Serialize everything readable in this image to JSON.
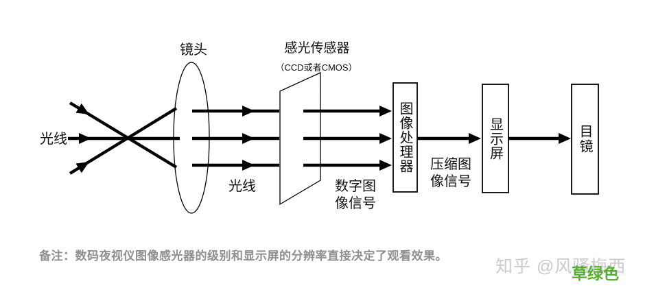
{
  "colors": {
    "diagram_stroke": "#000000",
    "label_text": "#111111",
    "note_text": "#8f8f8f",
    "watermark_gray": "#cbcbcb",
    "watermark_green": "#55b02e"
  },
  "diagram": {
    "light_input_label": "光线",
    "lens_label": "镜头",
    "light_mid_label": "光线",
    "sensor_label": "感光传感器",
    "sensor_sublabel": "（CCD或者CMOS）",
    "digital_signal_label": "数字图\n像信号",
    "processor_label": "图像处理器",
    "compressed_signal_label": "压缩图\n像信号",
    "display_label": "显示屏",
    "eyepiece_label": "目镜"
  },
  "note": "备注：数码夜视仪图像感光器的级别和显示屏的分辨率直接决定了观看效果。",
  "watermark": {
    "text": "知乎 @风骚梅西",
    "overlay": "草绿色"
  }
}
